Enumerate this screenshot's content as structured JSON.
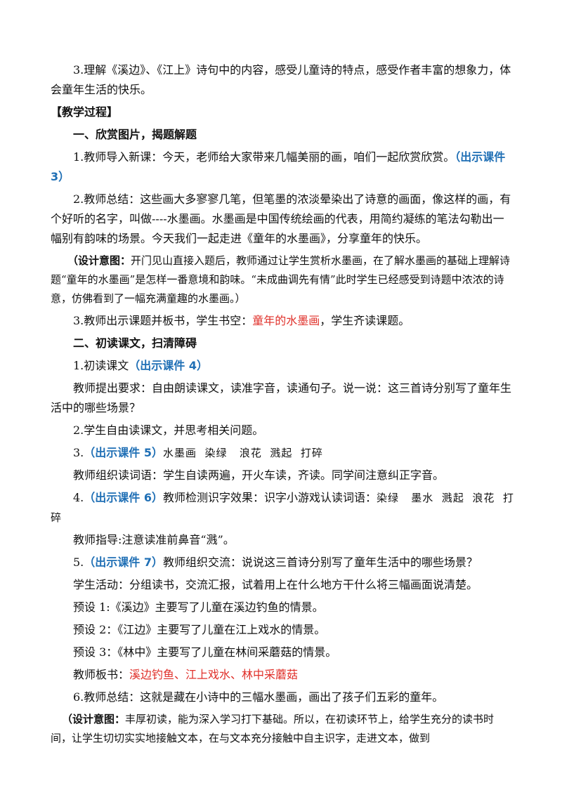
{
  "p1": "3.理解《溪边》、《江上》诗句中的内容，感受儿童诗的特点，感受作者丰富的想象力，体会童年生活的快乐。",
  "heading_process": "【教学过程】",
  "sec1_title": "一、欣赏图片，揭题解题",
  "s1_1_text": "1.教师导入新课：今天，老师给大家带来几幅美丽的画，咱们一起欣赏欣赏。",
  "s1_1_tag": "（出示课件 3）",
  "s1_2": "2.教师总结：这些画大多寥寥几笔，但笔墨的浓淡晕染出了诗意的画面，像这样的画，有个好听的名字，叫做----水墨画。水墨画是中国传统绘画的代表，用简约凝练的笔法勾勒出一幅别有韵味的场景。今天我们一起走进《童年的水墨画》，分享童年的快乐。",
  "design1_label": "（设计意图：",
  "design1_text": "开门见山直接入题后，教师通过让学生赏析水墨画，在了解水墨画的基础上理解诗题“童年的水墨画”是怎样一番意境和韵味。“未成曲调先有情”此时学生已经感受到诗题中浓浓的诗意，仿佛看到了一幅充满童趣的水墨画。）",
  "s1_3_pre": "3.教师出示课题并板书，学生书空：",
  "s1_3_red": "童年的水墨画",
  "s1_3_post": "，学生齐读课题。",
  "sec2_title": "二、初读课文，扫清障碍",
  "s2_1_text": "1.初读课文",
  "s2_1_tag": "（出示课件 4）",
  "s2_1_req": "教师提出要求：自由朗读课文，读准字音，读通句子。说一说：这三首诗分别写了童年生活中的哪些场景？",
  "s2_2": "2.学生自由读课文，并思考相关问题。",
  "s2_3_num": "3.",
  "s2_3_tag": "（出示课件 5）",
  "s2_3_words": "水墨画  染绿   浪花  溅起  打碎",
  "s2_3_org": "教师组织读词语：学生自读两遍，开火车读，齐读。同学间注意纠正字音。",
  "s2_4_num": "4.",
  "s2_4_tag": "（出示课件 6）",
  "s2_4_text": "教师检测识字效果：识字小游戏认读词语：",
  "s2_4_words": "染绿   墨水  溅起  浪花  打碎",
  "s2_4_guide": "教师指导:注意读准前鼻音“溅”。",
  "s2_5_num": "5.",
  "s2_5_tag": "（出示课件 7）",
  "s2_5_text": "教师组织交流：说说这三首诗分别写了童年生活中的哪些场景？",
  "s2_5_activity": "学生活动：分组读书，交流汇报，试着用上在什么地方干什么将三幅画面说清楚。",
  "s2_5_pre1": "预设 1:《溪边》主要写了儿童在溪边钓鱼的情景。",
  "s2_5_pre2": "预设 2：《江边》主要写了儿童在江上戏水的情景。",
  "s2_5_pre3": "预设 3：《林中》主要写了儿童在林间采蘑菇的情景。",
  "s2_5_board_label": "教师板书：",
  "s2_5_board_red": "溪边钓鱼、江上戏水、林中采蘑菇",
  "s2_6": "6.教师总结：这就是藏在小诗中的三幅水墨画，画出了孩子们五彩的童年。",
  "design2_label": "（设计意图：",
  "design2_text": "丰厚初读，能为深入学习打下基础。所以，在初读环节上，给学生充分的读书时间，让学生切切实实地接触文本，在与文本充分接触中自主识字，走进文本，做到",
  "colors": {
    "blue": "#1f6fb5",
    "red": "#e0302a",
    "text": "#111111"
  }
}
